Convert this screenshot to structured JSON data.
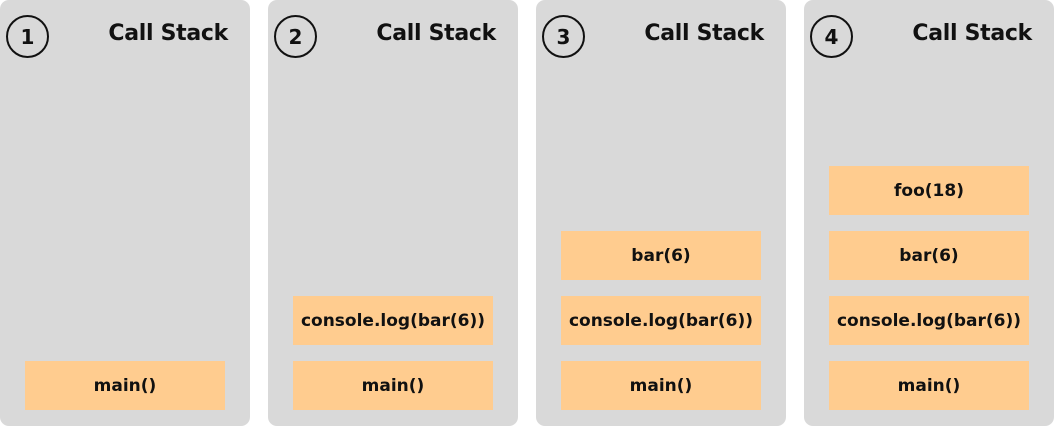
{
  "colors": {
    "panel_bg": "#d9d9d9",
    "frame_bg": "#ffcc8f",
    "text": "#111111"
  },
  "panels": [
    {
      "step": "1",
      "title": "Call Stack",
      "frames": [
        "main()"
      ]
    },
    {
      "step": "2",
      "title": "Call Stack",
      "frames": [
        "console.log(bar(6))",
        "main()"
      ]
    },
    {
      "step": "3",
      "title": "Call Stack",
      "frames": [
        "bar(6)",
        "console.log(bar(6))",
        "main()"
      ]
    },
    {
      "step": "4",
      "title": "Call Stack",
      "frames": [
        "foo(18)",
        "bar(6)",
        "console.log(bar(6))",
        "main()"
      ]
    }
  ]
}
